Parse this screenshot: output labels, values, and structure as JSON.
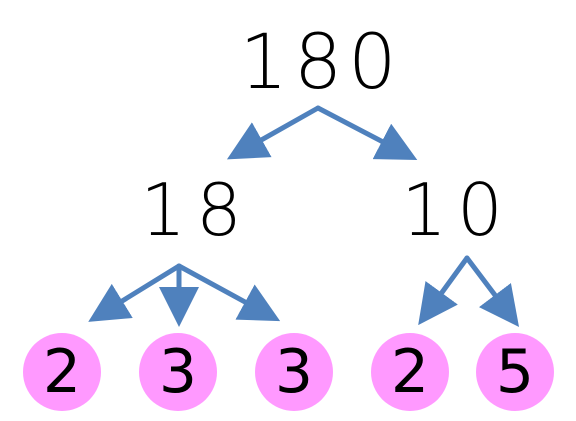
{
  "colors": {
    "arrow": "#4f81bd",
    "leaf_fill": "#ff99ff",
    "text": "#000000",
    "background": "#ffffff"
  },
  "tree": {
    "root": "180",
    "left": "18",
    "right": "10",
    "left_leaves": [
      "2",
      "3",
      "3"
    ],
    "right_leaves": [
      "2",
      "5"
    ]
  }
}
